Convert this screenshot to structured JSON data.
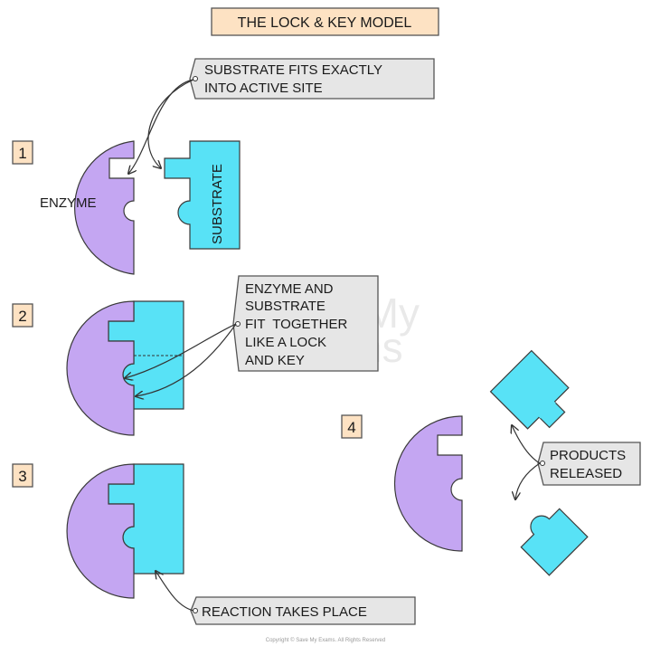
{
  "title": "THE LOCK & KEY MODEL",
  "colors": {
    "enzyme": "#c4a6f2",
    "substrate": "#58e2f6",
    "outline": "#3a3a3a",
    "title_box": "#fde2c3",
    "step_box": "#fde2c3",
    "callout_box": "#e6e6e6"
  },
  "steps": [
    "1",
    "2",
    "3",
    "4"
  ],
  "labels": {
    "enzyme": "ENZYME",
    "substrate": "SUBSTRATE"
  },
  "callouts": {
    "fits": [
      "SUBSTRATE FITS EXACTLY",
      "INTO ACTIVE SITE"
    ],
    "together": [
      "ENZYME AND",
      "SUBSTRATE",
      "FIT  TOGETHER",
      "LIKE A LOCK",
      "AND KEY"
    ],
    "reaction": [
      "REACTION TAKES PLACE"
    ],
    "products": [
      "PRODUCTS",
      "RELEASED"
    ]
  },
  "watermark": [
    "Save My",
    "Exams"
  ],
  "copyright": "Copyright © Save My Exams. All Rights Reserved"
}
